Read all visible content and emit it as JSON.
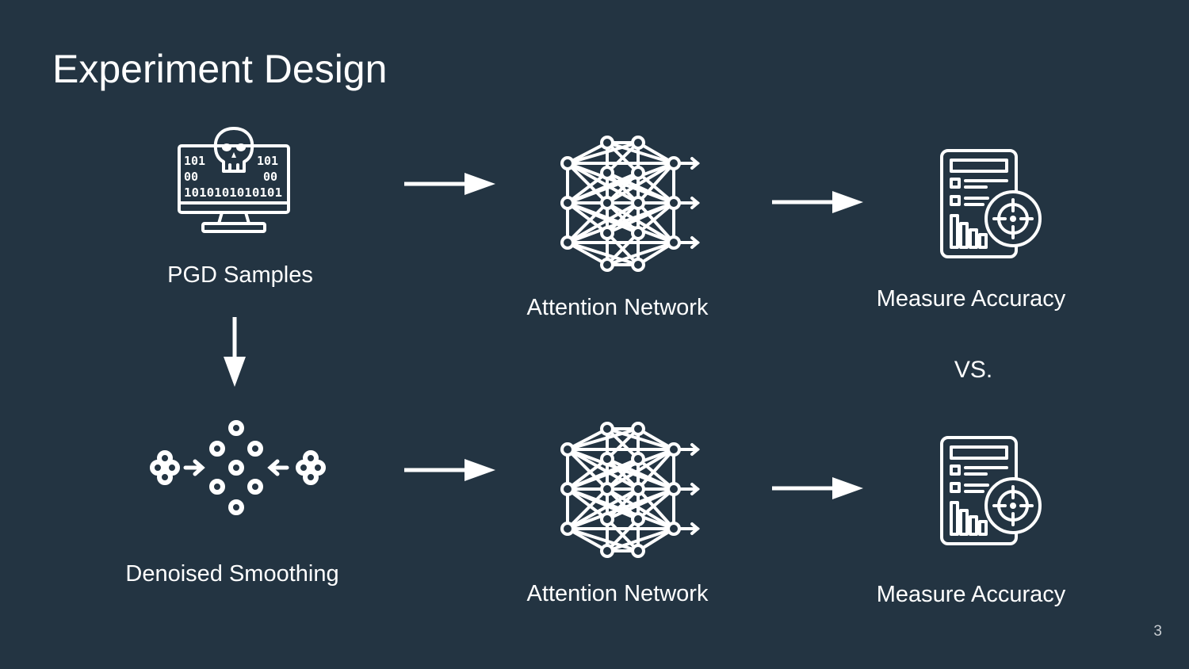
{
  "slide": {
    "title": "Experiment Design",
    "page_number": "3",
    "background": "#233442",
    "foreground": "#ffffff"
  },
  "steps": {
    "pgd": {
      "label": "PGD Samples",
      "icon": "hacker-monitor-icon"
    },
    "denoise": {
      "label": "Denoised Smoothing",
      "icon": "denoise-smoothing-icon"
    },
    "network_top": {
      "label": "Attention Network",
      "icon": "neural-network-icon"
    },
    "network_bottom": {
      "label": "Attention Network",
      "icon": "neural-network-icon"
    },
    "accuracy_top": {
      "label": "Measure Accuracy",
      "icon": "accuracy-report-icon"
    },
    "accuracy_bottom": {
      "label": "Measure Accuracy",
      "icon": "accuracy-report-icon"
    }
  },
  "comparison": {
    "label": "VS."
  }
}
